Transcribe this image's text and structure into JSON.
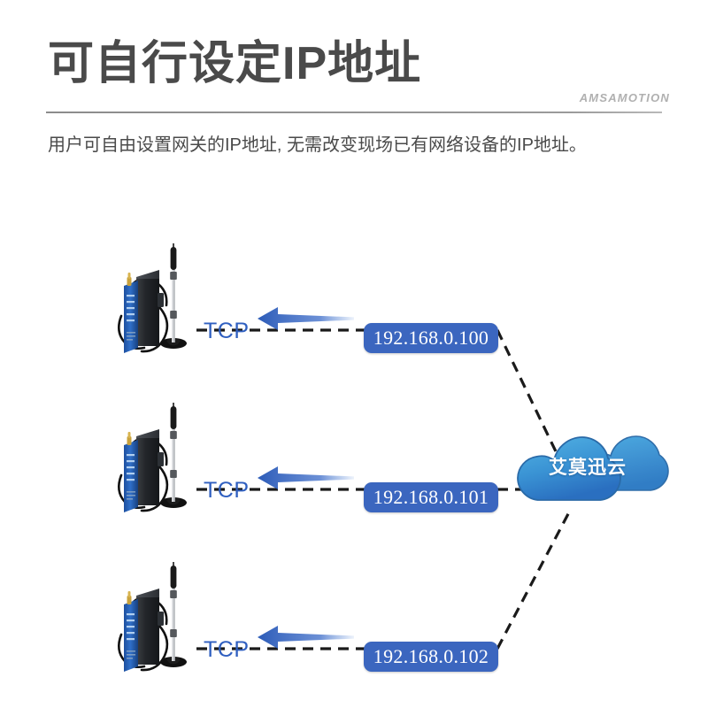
{
  "header": {
    "title": "可自行设定IP地址",
    "brand": "AMSAMOTION",
    "subtitle": "用户可自由设置网关的IP地址, 无需改变现场已有网络设备的IP地址。"
  },
  "diagram": {
    "cloud_label": "艾莫迅云",
    "rows": [
      {
        "protocol": "TCP",
        "ip": "192.168.0.100"
      },
      {
        "protocol": "TCP",
        "ip": "192.168.0.101"
      },
      {
        "protocol": "TCP",
        "ip": "192.168.0.102"
      }
    ]
  },
  "colors": {
    "title": "#4a4a4a",
    "brand": "#b0b0b0",
    "badge": "#3b66bf",
    "tcp": "#2f5fc0",
    "cloud_light": "#4aa8dd",
    "cloud_dark": "#2f7fc4",
    "dash": "#1a1a1a",
    "background": "#ffffff"
  }
}
